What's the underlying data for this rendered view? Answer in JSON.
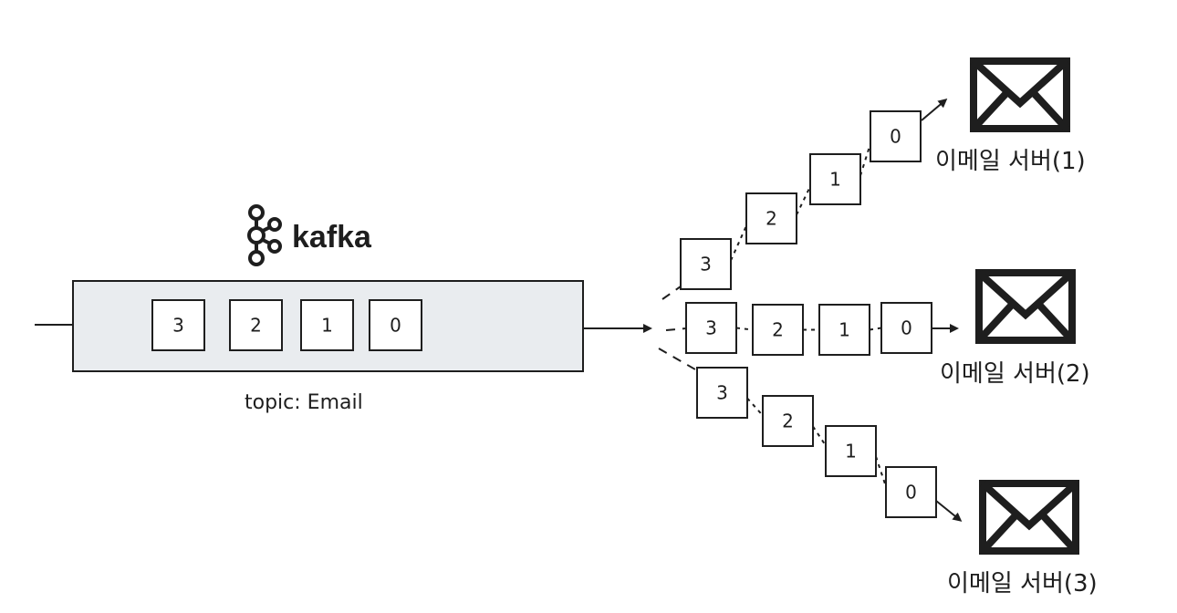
{
  "kafka": {
    "logo_text": "kafka",
    "topic_label": "topic: Email",
    "messages": [
      "3",
      "2",
      "1",
      "0"
    ],
    "topic_fill": "#e9ecef"
  },
  "servers": [
    {
      "label": "이메일 서버(1)",
      "messages": [
        "3",
        "2",
        "1",
        "0"
      ]
    },
    {
      "label": "이메일 서버(2)",
      "messages": [
        "3",
        "2",
        "1",
        "0"
      ]
    },
    {
      "label": "이메일 서버(3)",
      "messages": [
        "3",
        "2",
        "1",
        "0"
      ]
    }
  ],
  "colors": {
    "stroke": "#1e1e1e",
    "background": "#ffffff"
  },
  "icons": {
    "kafka": "kafka-logo-icon",
    "server": "envelope-icon"
  }
}
